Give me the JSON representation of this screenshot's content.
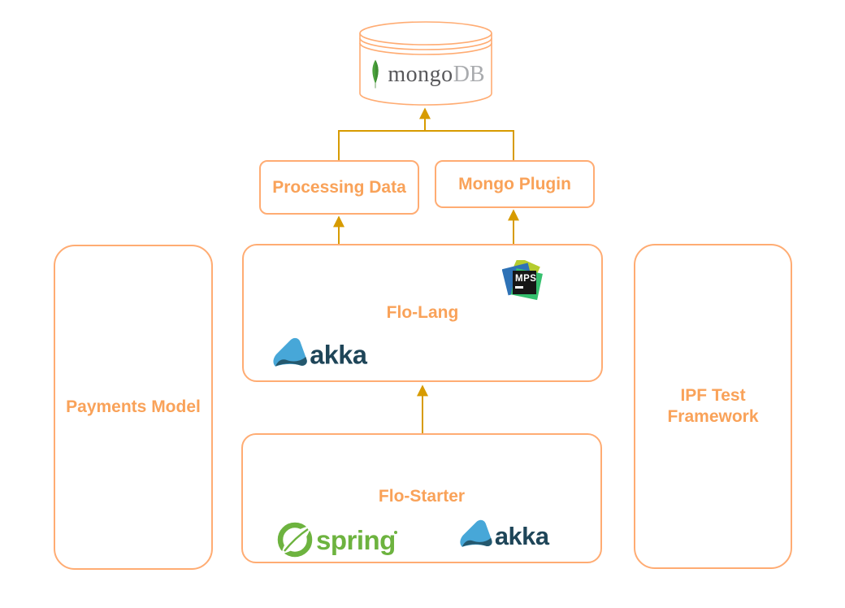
{
  "colors": {
    "box_border": "#ffac73",
    "box_label": "#f9a259",
    "connector": "#d79b00",
    "mongo_green": "#4aa13c",
    "mongo_green_dark": "#3f8e33",
    "mongo_stem": "#9bbf95",
    "mongo_text_dark": "#58585b",
    "mongo_text_light": "#a9abae",
    "mps_lime": "#b5cc2e",
    "mps_blue": "#2e72b6",
    "mps_green": "#35c06e",
    "mps_black": "#161616",
    "akka_light": "#47a7d8",
    "akka_dark": "#24586e",
    "akka_text": "#1e4558",
    "spring_green": "#6db33f"
  },
  "nodes": {
    "mongodb": {
      "logo_word": "mongo",
      "logo_suffix": "DB"
    },
    "processing_data": {
      "label": "Processing Data"
    },
    "mongo_plugin": {
      "label": "Mongo Plugin"
    },
    "flo_lang": {
      "label": "Flo-Lang"
    },
    "flo_starter": {
      "label": "Flo-Starter"
    },
    "payments_model": {
      "label": "Payments Model"
    },
    "ipf_test_framework": {
      "label": "IPF Test Framework"
    }
  },
  "logos": {
    "mps": {
      "label": "MPS"
    },
    "akka": {
      "wordmark": "akka"
    },
    "spring": {
      "wordmark": "spring"
    }
  },
  "connections": [
    {
      "from": "flo_starter",
      "to": "flo_lang"
    },
    {
      "from": "flo_lang",
      "to": "processing_data"
    },
    {
      "from": "flo_lang",
      "to": "mongo_plugin"
    },
    {
      "from": "processing_data",
      "to": "mongodb"
    },
    {
      "from": "mongo_plugin",
      "to": "mongodb"
    }
  ]
}
